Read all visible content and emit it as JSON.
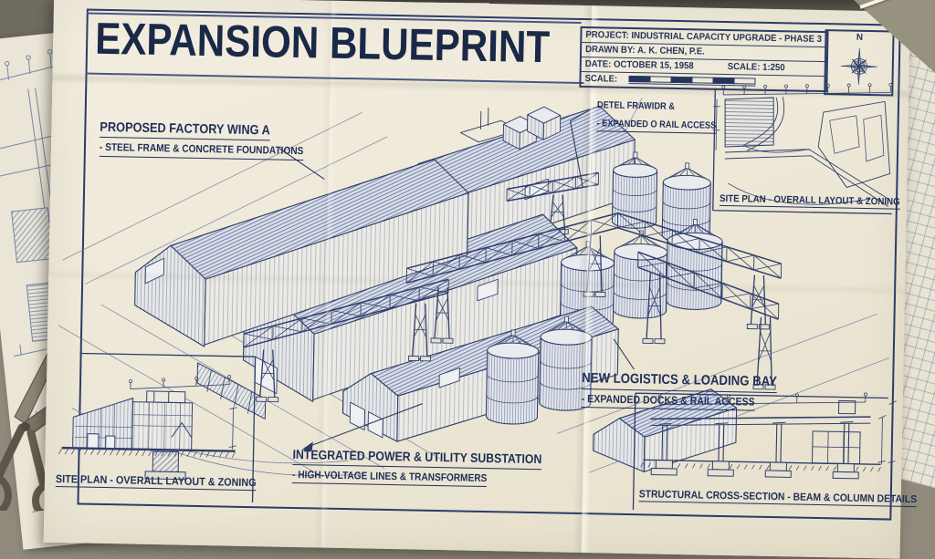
{
  "colors": {
    "paper": "#efe9da",
    "ink": "#2f3f6a",
    "title_ink": "#1b2948",
    "desk": "#8f8a7c",
    "pencil": "#9a6632"
  },
  "sheet": {
    "title": "EXPANSION BLUEPRINT",
    "title_block": {
      "project": "PROJECT: INDUSTRIAL CAPACITY UPGRADE - PHASE 3",
      "drawn_by": "DRAWN BY: A. K. CHEN, P.E.",
      "date": "DATE: OCTOBER 15, 1958",
      "scale": "SCALE: 1:250",
      "scale_label": "SCALE:"
    },
    "compass": {
      "north": "N"
    },
    "annotations": {
      "factory_wing": {
        "line1": "PROPOSED FACTORY WING A",
        "line2": "- STEEL FRAME & CONCRETE FOUNDATIONS"
      },
      "rail_access": {
        "line1": "DETEL FRAWIDR &",
        "line2": "- EXPANDED O RAIL ACCESS"
      },
      "logistics": {
        "line1": "NEW LOGISTICS & LOADING BAY",
        "line2": "- EXPANDED DOCKS & RAIL ACCESS"
      },
      "substation": {
        "line1": "INTEGRATED POWER & UTILITY SUBSTATION",
        "line2": "- HIGH-VOLTAGE LINES & TRANSFORMERS"
      }
    },
    "captions": {
      "site_plan_inset": "SITE PLAN - OVERALL LAYOUT & ZONING",
      "site_plan_elevation": "SITE PLAN - OVERALL LAYOUT & ZONING",
      "cross_section": "STRUCTURAL CROSS-SECTION - BEAM & COLUMN DETAILS"
    }
  }
}
